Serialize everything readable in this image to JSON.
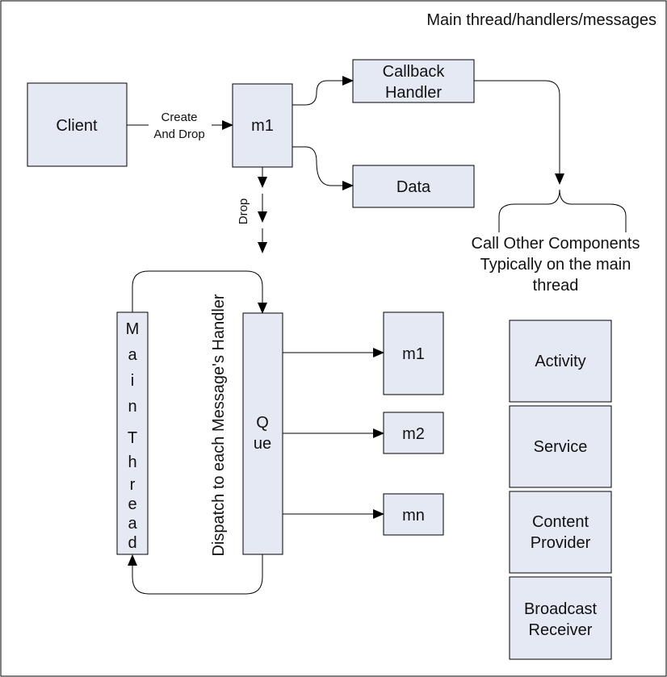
{
  "title": "Main thread/handlers/messages",
  "colors": {
    "box_fill": "#E5E9F4",
    "stroke": "#000000",
    "background": "#FFFFFF"
  },
  "nodes": {
    "client": "Client",
    "m1_top": "m1",
    "callback_line1": "Callback",
    "callback_line2": "Handler",
    "data": "Data",
    "que_line1": "Q",
    "que_line2": "ue",
    "main_thread_letters": [
      "M",
      "a",
      "i",
      "n",
      "T",
      "h",
      "r",
      "e",
      "a",
      "d"
    ],
    "m1": "m1",
    "m2": "m2",
    "mn": "mn",
    "activity": "Activity",
    "service": "Service",
    "content_provider_line1": "Content",
    "content_provider_line2": "Provider",
    "broadcast_line1": "Broadcast",
    "broadcast_line2": "Receiver"
  },
  "edges": {
    "create_and_drop_line1": "Create",
    "create_and_drop_line2": "And Drop",
    "drop": "Drop",
    "dispatch": "Dispatch to each Message's Handler"
  },
  "annotation": {
    "line1": "Call Other Components",
    "line2": "Typically on the main",
    "line3": "thread"
  }
}
